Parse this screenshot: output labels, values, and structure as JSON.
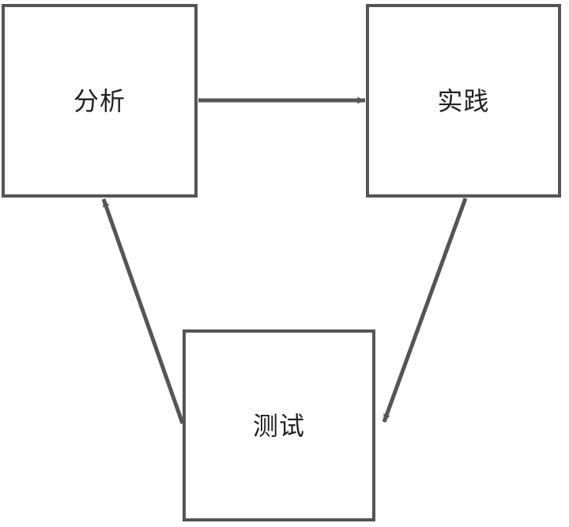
{
  "diagram": {
    "type": "cycle-flowchart",
    "background_color": "#ffffff",
    "stroke_color": "#555555",
    "text_color": "#222222",
    "nodes": [
      {
        "id": "analysis",
        "label": "分析",
        "shape": "rectangle"
      },
      {
        "id": "practice",
        "label": "实践",
        "shape": "rectangle"
      },
      {
        "id": "test",
        "label": "测试",
        "shape": "rectangle"
      }
    ],
    "edges": [
      {
        "id": "analysis-to-practice",
        "from": "analysis",
        "to": "practice",
        "label": "",
        "style": "solid-arrow"
      },
      {
        "id": "practice-to-test",
        "from": "practice",
        "to": "test",
        "label": "",
        "style": "solid-arrow"
      },
      {
        "id": "test-to-analysis",
        "from": "test",
        "to": "analysis",
        "label": "",
        "style": "solid-arrow"
      }
    ]
  }
}
